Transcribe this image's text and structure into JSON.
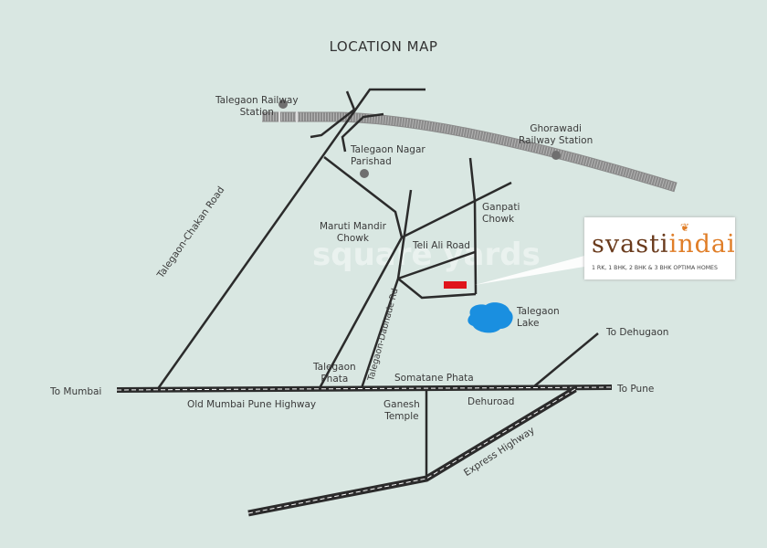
{
  "title": "LOCATION MAP",
  "watermark": "square yards",
  "labels": {
    "talegaon_railway_station": [
      "Talegaon Railway",
      "Station"
    ],
    "ghorawadi_railway_station": [
      "Ghorawadi",
      "Railway Station"
    ],
    "talegaon_nagar_parishad": [
      "Talegaon Nagar",
      "Parishad"
    ],
    "maruti_mandir_chowk": [
      "Maruti Mandir",
      "Chowk"
    ],
    "ganpati_chowk": [
      "Ganpati",
      "Chowk"
    ],
    "teli_ali_road": "Teli Ali Road",
    "talegaon_lake": [
      "Talegaon",
      "Lake"
    ],
    "talegaon_chakan_road": "Talegaon-Chakan Road",
    "talegaon_dabhade_rd": "Talegaon-Dabhade Rd",
    "talegaon_phata": [
      "Talegaon",
      "Phata"
    ],
    "somatane_phata": "Somatane Phata",
    "to_mumbai": "To Mumbai",
    "to_pune": "To Pune",
    "to_dehugaon": "To Dehugaon",
    "old_mumbai_pune_highway": "Old Mumbai Pune Highway",
    "ganesh_temple": [
      "Ganesh",
      "Temple"
    ],
    "dehuroad": "Dehuroad",
    "express_highway": "Express Highway"
  },
  "logo": {
    "name_part1": "svasti",
    "name_part2": "indai",
    "tagline": "1 RK, 1 BHK, 2 BHK & 3 BHK OPTIMA HOMES"
  },
  "colors": {
    "background": "#d9e7e2",
    "road": "#2b2b2b",
    "project_marker": "#e0141b",
    "lake": "#1a8fe0",
    "landmark": "#6f6f6f"
  }
}
